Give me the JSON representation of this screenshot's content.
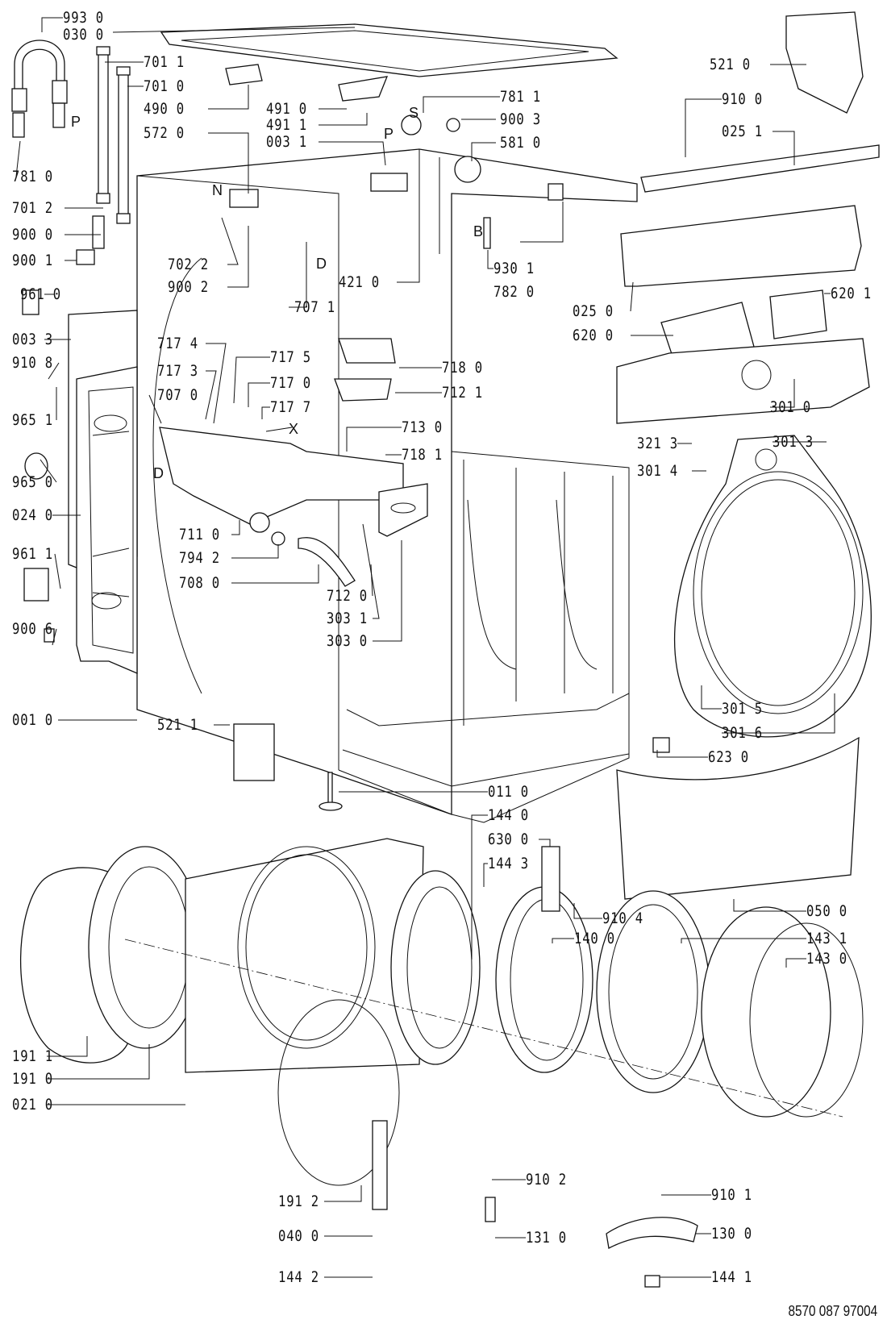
{
  "diagram": {
    "title": "Washing machine exploded parts view",
    "document_number": "8570 087 97004",
    "letter_markers": [
      "P",
      "S",
      "N",
      "D",
      "B",
      "X"
    ],
    "labels": [
      {
        "id": "993-0",
        "text": "993 0"
      },
      {
        "id": "030-0",
        "text": "030 0"
      },
      {
        "id": "701-1",
        "text": "701 1"
      },
      {
        "id": "701-0",
        "text": "701 0"
      },
      {
        "id": "490-0",
        "text": "490 0"
      },
      {
        "id": "572-0",
        "text": "572 0"
      },
      {
        "id": "781-0",
        "text": "781 0"
      },
      {
        "id": "701-2",
        "text": "701 2"
      },
      {
        "id": "900-0",
        "text": "900 0"
      },
      {
        "id": "900-1",
        "text": "900 1"
      },
      {
        "id": "702-2",
        "text": "702 2"
      },
      {
        "id": "900-2",
        "text": "900 2"
      },
      {
        "id": "491-0",
        "text": "491 0"
      },
      {
        "id": "491-1",
        "text": "491 1"
      },
      {
        "id": "003-1",
        "text": "003 1"
      },
      {
        "id": "781-1",
        "text": "781 1"
      },
      {
        "id": "900-3",
        "text": "900 3"
      },
      {
        "id": "581-0",
        "text": "581 0"
      },
      {
        "id": "421-0",
        "text": "421 0"
      },
      {
        "id": "707-1",
        "text": "707 1"
      },
      {
        "id": "930-1",
        "text": "930 1"
      },
      {
        "id": "782-0",
        "text": "782 0"
      },
      {
        "id": "521-0",
        "text": "521 0"
      },
      {
        "id": "910-0",
        "text": "910 0"
      },
      {
        "id": "025-1",
        "text": "025 1"
      },
      {
        "id": "025-0",
        "text": "025 0"
      },
      {
        "id": "620-1",
        "text": "620 1"
      },
      {
        "id": "620-0",
        "text": "620 0"
      },
      {
        "id": "961-0",
        "text": "961 0"
      },
      {
        "id": "003-3",
        "text": "003 3"
      },
      {
        "id": "910-8",
        "text": "910 8"
      },
      {
        "id": "965-1",
        "text": "965 1"
      },
      {
        "id": "965-0",
        "text": "965 0"
      },
      {
        "id": "024-0",
        "text": "024 0"
      },
      {
        "id": "961-1",
        "text": "961 1"
      },
      {
        "id": "900-6",
        "text": "900 6"
      },
      {
        "id": "717-4",
        "text": "717 4"
      },
      {
        "id": "717-3",
        "text": "717 3"
      },
      {
        "id": "707-0",
        "text": "707 0"
      },
      {
        "id": "717-5",
        "text": "717 5"
      },
      {
        "id": "717-0",
        "text": "717 0"
      },
      {
        "id": "717-7",
        "text": "717 7"
      },
      {
        "id": "718-0",
        "text": "718 0"
      },
      {
        "id": "712-1",
        "text": "712 1"
      },
      {
        "id": "713-0",
        "text": "713 0"
      },
      {
        "id": "718-1",
        "text": "718 1"
      },
      {
        "id": "711-0",
        "text": "711 0"
      },
      {
        "id": "794-2",
        "text": "794 2"
      },
      {
        "id": "708-0",
        "text": "708 0"
      },
      {
        "id": "712-0",
        "text": "712 0"
      },
      {
        "id": "303-1",
        "text": "303 1"
      },
      {
        "id": "303-0",
        "text": "303 0"
      },
      {
        "id": "301-0",
        "text": "301 0"
      },
      {
        "id": "321-3",
        "text": "321 3"
      },
      {
        "id": "301-3",
        "text": "301 3"
      },
      {
        "id": "301-4",
        "text": "301 4"
      },
      {
        "id": "301-5",
        "text": "301 5"
      },
      {
        "id": "301-6",
        "text": "301 6"
      },
      {
        "id": "623-0",
        "text": "623 0"
      },
      {
        "id": "521-1",
        "text": "521 1"
      },
      {
        "id": "001-0",
        "text": "001 0"
      },
      {
        "id": "011-0",
        "text": "011 0"
      },
      {
        "id": "144-0",
        "text": "144 0"
      },
      {
        "id": "630-0",
        "text": "630 0"
      },
      {
        "id": "144-3",
        "text": "144 3"
      },
      {
        "id": "910-4",
        "text": "910 4"
      },
      {
        "id": "050-0",
        "text": "050 0"
      },
      {
        "id": "140-0",
        "text": "140 0"
      },
      {
        "id": "143-1",
        "text": "143 1"
      },
      {
        "id": "143-0",
        "text": "143 0"
      },
      {
        "id": "191-1",
        "text": "191 1"
      },
      {
        "id": "191-0",
        "text": "191 0"
      },
      {
        "id": "021-0",
        "text": "021 0"
      },
      {
        "id": "191-2",
        "text": "191 2"
      },
      {
        "id": "040-0",
        "text": "040 0"
      },
      {
        "id": "144-2",
        "text": "144 2"
      },
      {
        "id": "910-2",
        "text": "910 2"
      },
      {
        "id": "131-0",
        "text": "131 0"
      },
      {
        "id": "910-1",
        "text": "910 1"
      },
      {
        "id": "130-0",
        "text": "130 0"
      },
      {
        "id": "144-1",
        "text": "144 1"
      }
    ]
  }
}
